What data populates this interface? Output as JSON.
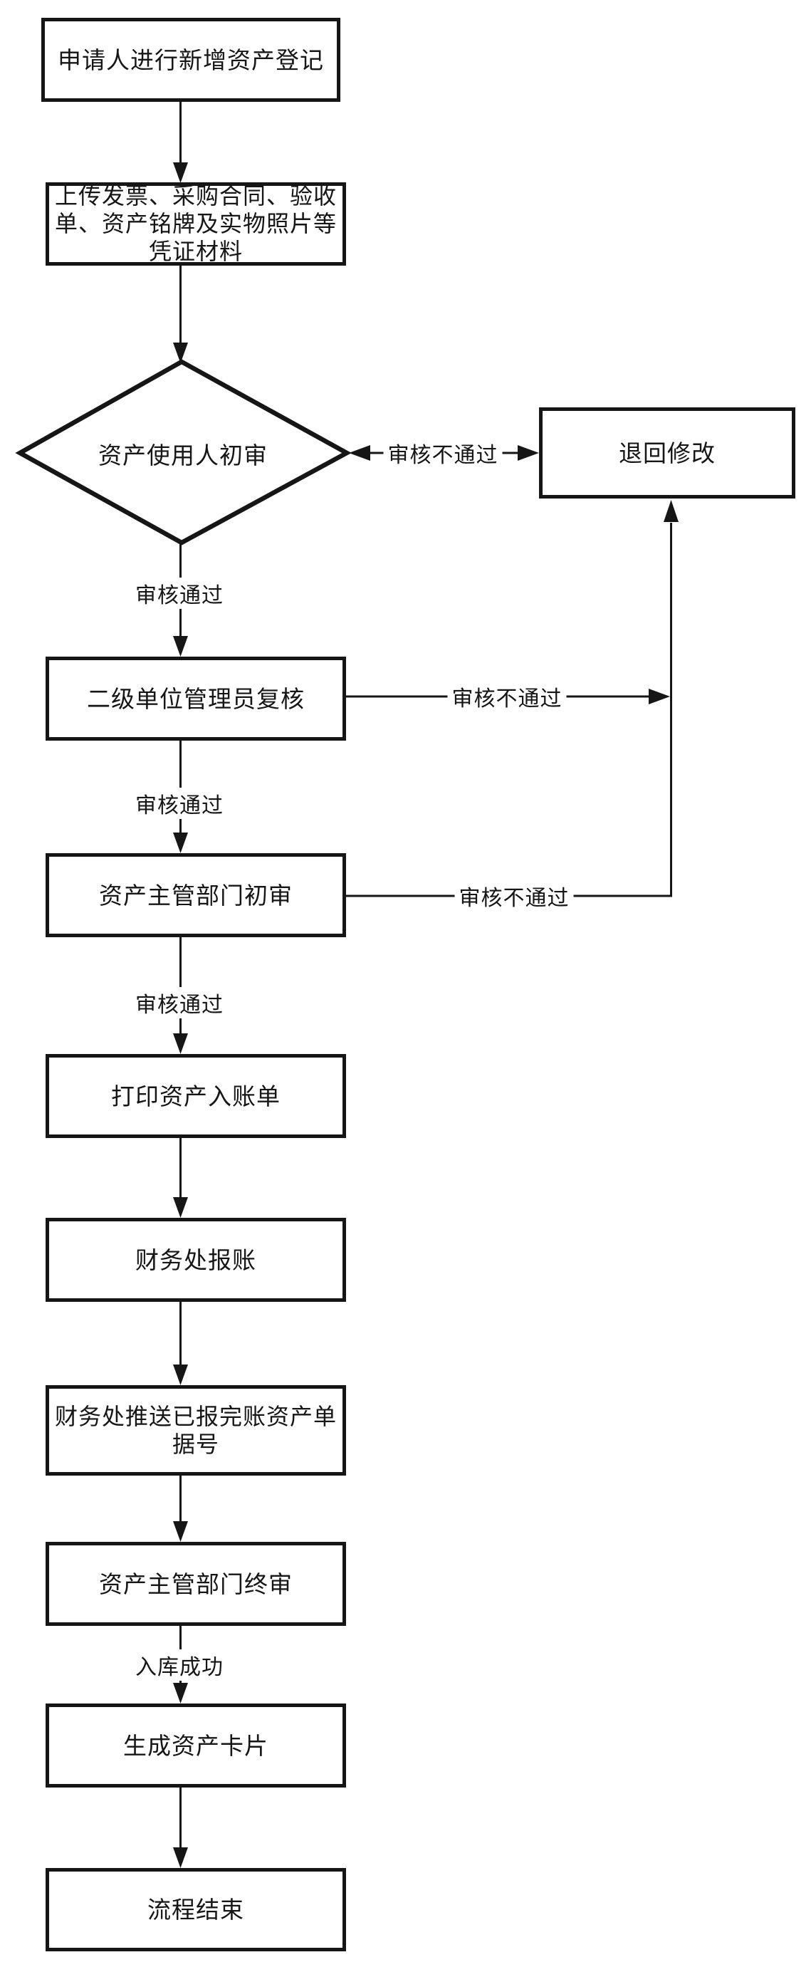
{
  "flowchart": {
    "colors": {
      "background": "#ffffff",
      "line": "#161616",
      "text": "#161616"
    },
    "nodes": {
      "start": {
        "label": "申请人进行新增资产登记",
        "shape": "process"
      },
      "upload": {
        "label": "上传发票、采购合同、验收\n单、资产铭牌及实物照片等\n凭证材料",
        "shape": "process"
      },
      "user_review": {
        "label": "资产使用人初审",
        "shape": "decision"
      },
      "return_modify": {
        "label": "退回修改",
        "shape": "process"
      },
      "unit_recheck": {
        "label": "二级单位管理员复核",
        "shape": "process"
      },
      "dept_first_review": {
        "label": "资产主管部门初审",
        "shape": "process"
      },
      "print_entry": {
        "label": "打印资产入账单",
        "shape": "process"
      },
      "finance_reimburse": {
        "label": "财务处报账",
        "shape": "process"
      },
      "push_doc_number": {
        "label": "财务处推送已报完账资产单\n据号",
        "shape": "process"
      },
      "dept_final_review": {
        "label": "资产主管部门终审",
        "shape": "process"
      },
      "generate_card": {
        "label": "生成资产卡片",
        "shape": "process"
      },
      "end": {
        "label": "流程结束",
        "shape": "process"
      }
    },
    "edge_labels": {
      "reject_user_review": "审核不通过",
      "reject_unit_recheck": "审核不通过",
      "reject_dept_first": "审核不通过",
      "pass_user_review": "审核通过",
      "pass_unit_recheck": "审核通过",
      "pass_dept_first": "审核通过",
      "storage_success": "入库成功"
    }
  }
}
